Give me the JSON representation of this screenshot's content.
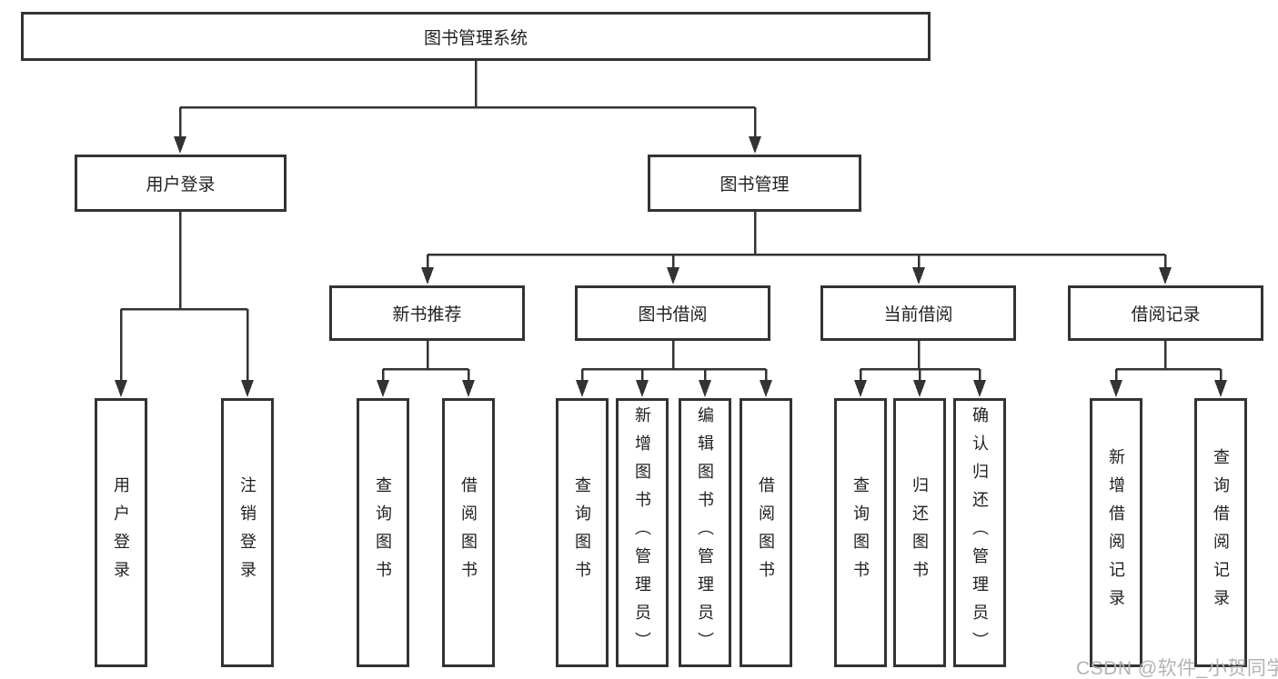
{
  "tree": {
    "label": "图书管理系统",
    "children": [
      {
        "label": "用户登录",
        "children": [
          {
            "label": "用户登录"
          },
          {
            "label": "注销登录"
          }
        ]
      },
      {
        "label": "图书管理",
        "children": [
          {
            "label": "新书推荐",
            "children": [
              {
                "label": "查询图书"
              },
              {
                "label": "借阅图书"
              }
            ]
          },
          {
            "label": "图书借阅",
            "children": [
              {
                "label": "查询图书"
              },
              {
                "label": "新增图书（管理员）"
              },
              {
                "label": "编辑图书（管理员）"
              },
              {
                "label": "借阅图书"
              }
            ]
          },
          {
            "label": "当前借阅",
            "children": [
              {
                "label": "查询图书"
              },
              {
                "label": "归还图书"
              },
              {
                "label": "确认归还（管理员）"
              }
            ]
          },
          {
            "label": "借阅记录",
            "children": [
              {
                "label": "新增借阅记录"
              },
              {
                "label": "查询借阅记录"
              }
            ]
          }
        ]
      }
    ]
  },
  "watermark": {
    "text": "CSDN @软件_小贺同学"
  },
  "colors": {
    "line": "#333333",
    "box_border": "#333333",
    "box_background": "#ffffff",
    "text": "#1f1f1f",
    "watermark": "#b3b3b3"
  }
}
